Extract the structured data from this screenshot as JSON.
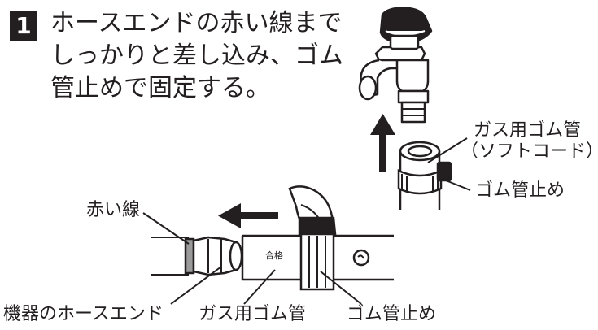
{
  "step": {
    "number": "1"
  },
  "instruction": {
    "lines": [
      "ホースエンドの赤い線まで",
      "しっかりと差し込み、ゴム",
      "管止めで固定する。"
    ]
  },
  "labels": {
    "gas_rubber_tube_top": "ガス用ゴム管",
    "soft_cord": "（ソフトコード）",
    "rubber_clamp_top": "ゴム管止め",
    "red_line": "赤い線",
    "hose_end": "機器のホースエンド",
    "gas_rubber_tube_bottom": "ガス用ゴム管",
    "rubber_clamp_bottom": "ゴム管止め",
    "pass_mark": "合格"
  }
}
